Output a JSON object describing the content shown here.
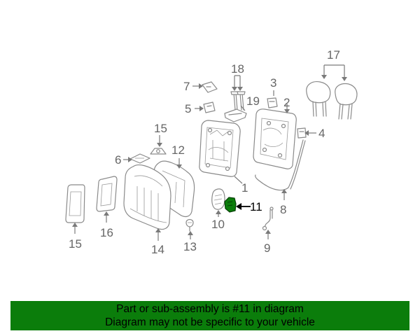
{
  "diagram": {
    "callouts": {
      "c1": "1",
      "c2": "2",
      "c3": "3",
      "c4": "4",
      "c5": "5",
      "c6": "6",
      "c7": "7",
      "c8": "8",
      "c9": "9",
      "c10": "10",
      "c11": "11",
      "c12": "12",
      "c13": "13",
      "c14": "14",
      "c15a": "15",
      "c15b": "15",
      "c16": "16",
      "c17": "17",
      "c18": "18",
      "c19": "19"
    },
    "highlighted_part": "11",
    "highlight_color": "#0b7d0b",
    "line_color": "#8a8a8a"
  },
  "banner": {
    "line1": "Part or sub-assembly is #11 in diagram",
    "line2": "Diagram may not be specific to your vehicle",
    "background_color": "#0b7d0b"
  }
}
